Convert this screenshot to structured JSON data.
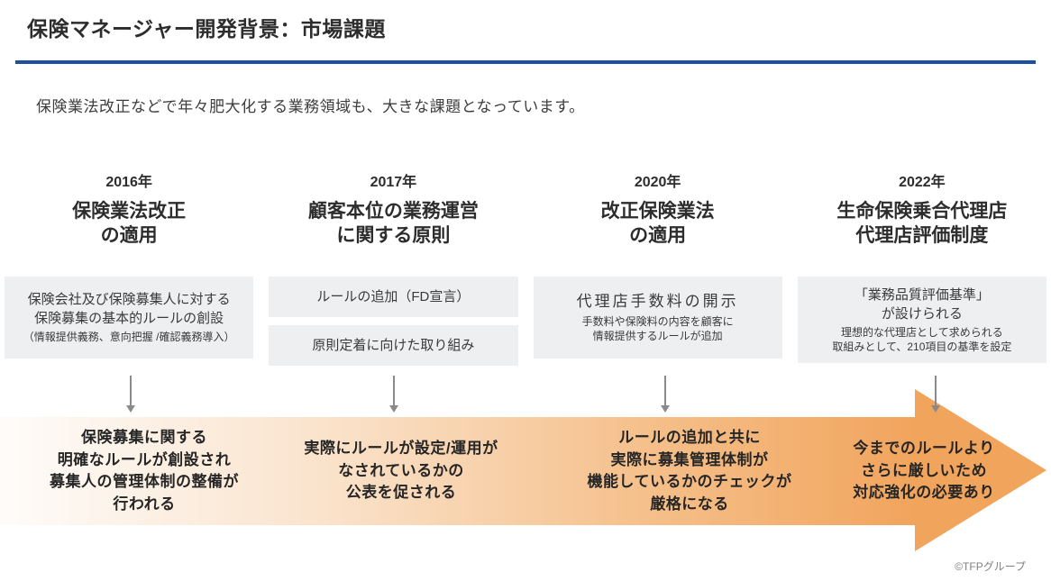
{
  "page": {
    "title": "保険マネージャー開発背景：市場課題",
    "subtitle": "保険業法改正などで年々肥大化する業務領域も、大きな課題となっています。",
    "footer": "©TFPグループ"
  },
  "colors": {
    "accent_blue": "#1A51A2",
    "arrow_orange": "#F1A45C",
    "box_gray": "#EDEFF1"
  },
  "columns": [
    {
      "year": "2016年",
      "heading": "保険業法改正\nの適用",
      "box_main": "保険会社及び保険募集人に対する\n保険募集の基本的ルールの創設",
      "box_sub": "（情報提供義務、意向把握 /確認義務導入）",
      "arrow_text": "保険募集に関する\n明確なルールが創設され\n募集人の管理体制の整備が\n行われる"
    },
    {
      "year": "2017年",
      "heading": "顧客本位の業務運営\nに関する原則",
      "box_a": "ルールの追加（FD宣言）",
      "box_b": "原則定着に向けた取り組み",
      "arrow_text": "実際にルールが設定/運用が\nなされているかの\n公表を促される"
    },
    {
      "year": "2020年",
      "heading": "改正保険業法\nの適用",
      "box_main": "代理店手数料の開示",
      "box_sub": "手数料や保険料の内容を顧客に\n情報提供するルールが追加",
      "arrow_text": "ルールの追加と共に\n実際に募集管理体制が\n機能しているかのチェックが\n厳格になる"
    },
    {
      "year": "2022年",
      "heading": "生命保険乗合代理店\n代理店評価制度",
      "box_main": "「業務品質評価基準」\nが設けられる",
      "box_sub": "理想的な代理店として求められる\n取組みとして、210項目の基準を設定",
      "arrow_text": "今までのルールより\nさらに厳しいため\n対応強化の必要あり"
    }
  ]
}
